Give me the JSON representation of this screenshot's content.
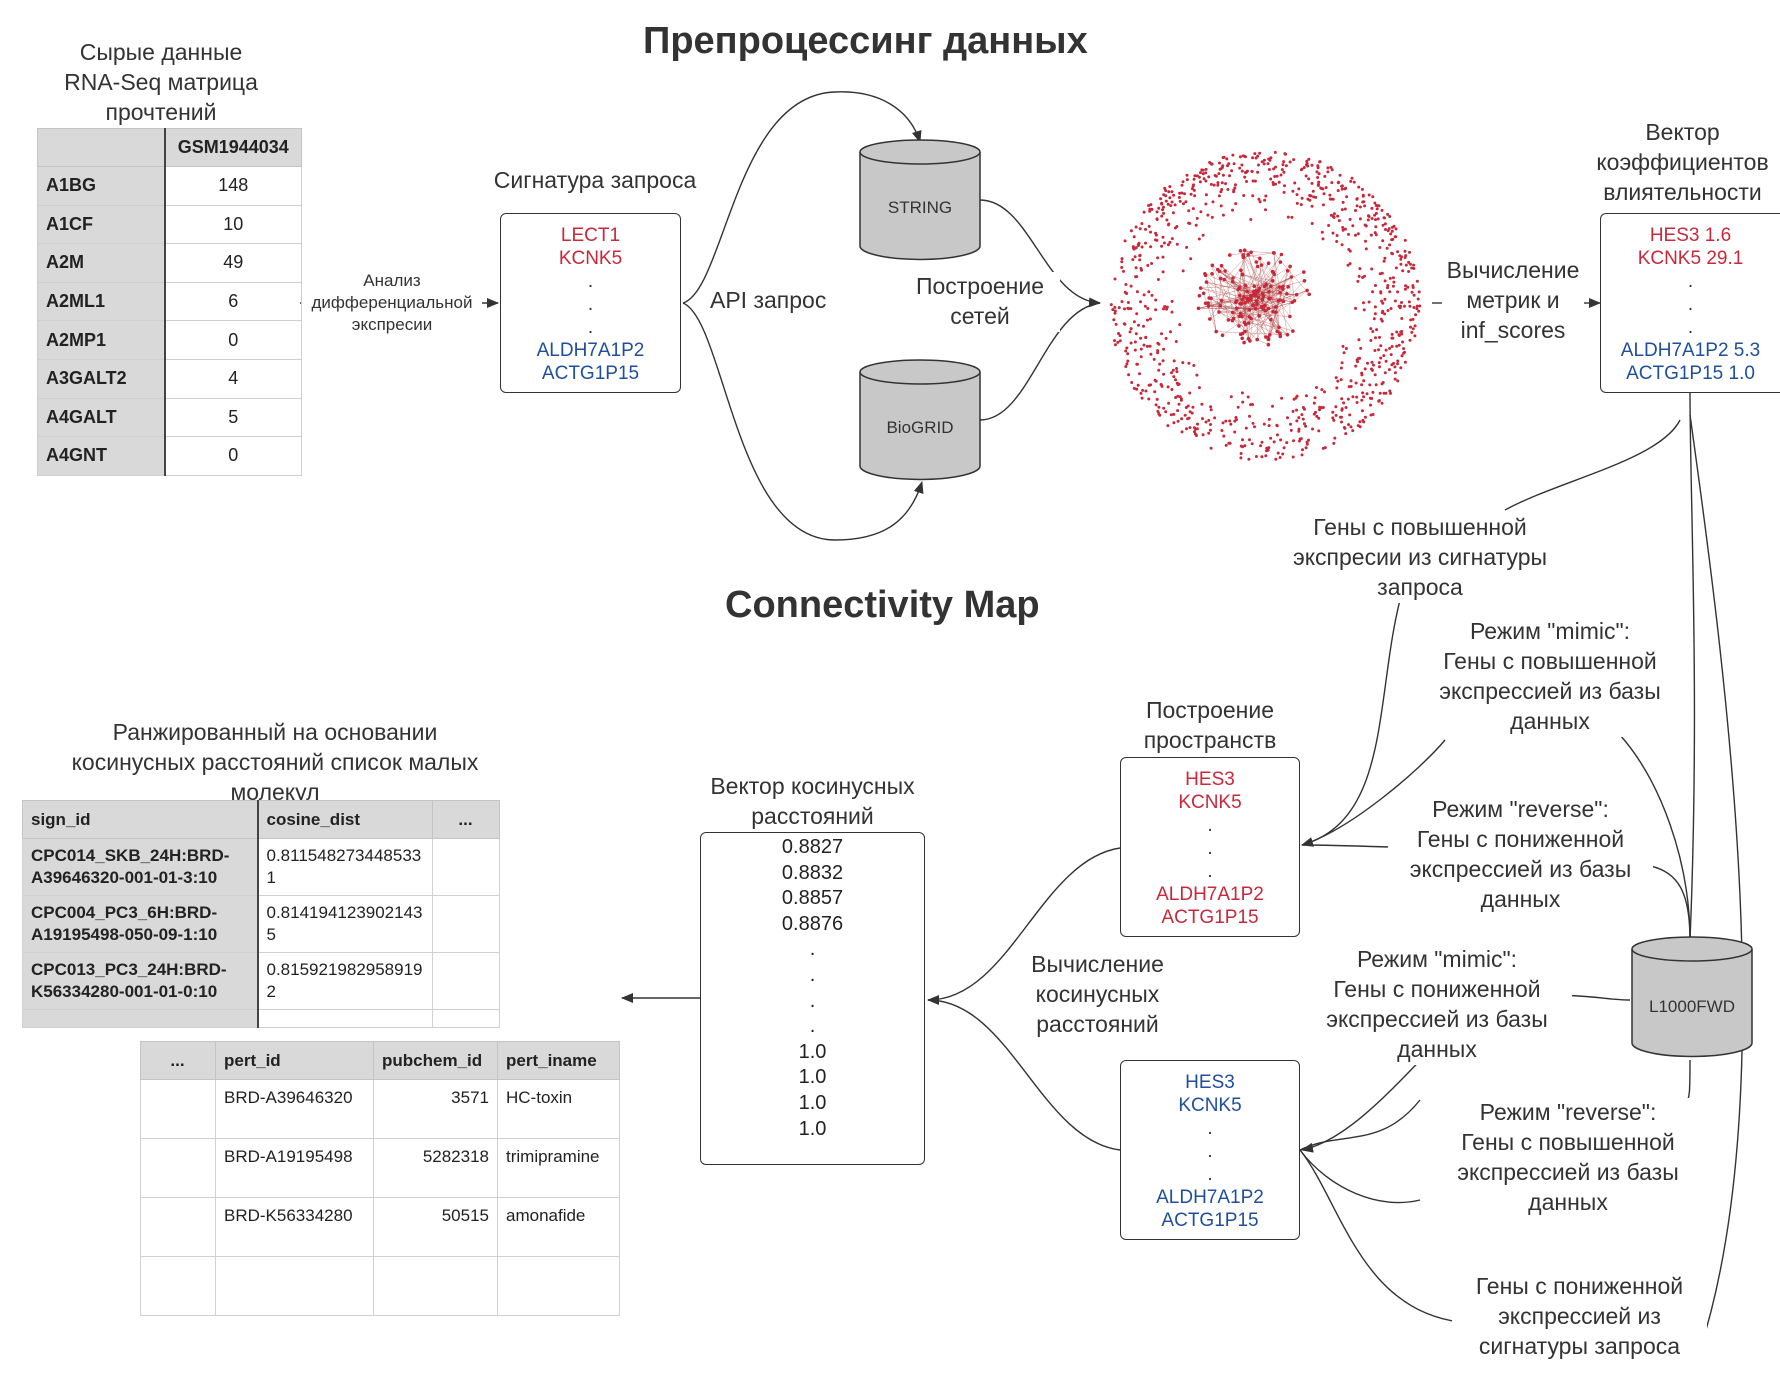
{
  "titles": {
    "preprocessing": "Препроцессинг данных",
    "cmap": "Connectivity Map"
  },
  "raw_data": {
    "caption": [
      "Сырые данные",
      "RNA-Seq матрица",
      "прочтений"
    ],
    "column": "GSM1944034",
    "rows": [
      {
        "gene": "A1BG",
        "value": "148"
      },
      {
        "gene": "A1CF",
        "value": "10"
      },
      {
        "gene": "A2M",
        "value": "49"
      },
      {
        "gene": "A2ML1",
        "value": "6"
      },
      {
        "gene": "A2MP1",
        "value": "0"
      },
      {
        "gene": "A3GALT2",
        "value": "4"
      },
      {
        "gene": "A4GALT",
        "value": "5"
      },
      {
        "gene": "A4GNT",
        "value": "0"
      }
    ]
  },
  "diff_expr_label": [
    "Анализ",
    "дифференциальной",
    "экспресии"
  ],
  "query_signature": {
    "caption": "Сигнатура запроса",
    "top": [
      "LECT1",
      "KCNK5"
    ],
    "dots": [
      ".",
      ".",
      "."
    ],
    "bottom": [
      "ALDH7A1P2",
      "ACTG1P15"
    ]
  },
  "api_label": "API запрос",
  "databases": {
    "string": "STRING",
    "biogrid": "BioGRID",
    "l1000": "L1000FWD"
  },
  "network_label": [
    "Построение",
    "сетей"
  ],
  "metrics_label": [
    "Вычисление",
    "метрик и",
    "inf_scores"
  ],
  "influence_vector": {
    "caption": [
      "Вектор",
      "коэффициентов",
      "влиятельности"
    ],
    "top": [
      "HES3 1.6",
      "KCNK5 29.1"
    ],
    "dots": [
      ".",
      ".",
      "."
    ],
    "bottom": [
      "ALDH7A1P2 5.3",
      "ACTG1P15 1.0"
    ]
  },
  "up_genes_label": [
    "Гены с повышенной",
    "экспресии из сигнатуры",
    "запроса"
  ],
  "down_genes_label": [
    "Гены с пониженной",
    "экспресcией из",
    "сигнатуры запроса"
  ],
  "mode_labels": {
    "mimic_up": [
      "Режим \"mimic\":",
      "Гены с повышенной",
      "экспрессией из базы",
      "данных"
    ],
    "reverse_down": [
      "Режим \"reverse\":",
      "Гены с пониженной",
      "экспрессией из базы",
      "данных"
    ],
    "mimic_down": [
      "Режим \"mimic\":",
      "Гены с пониженной",
      "экспрессией из базы",
      "данных"
    ],
    "reverse_up": [
      "Режим \"reverse\":",
      "Гены с повышенной",
      "экспрессией из базы",
      "данных"
    ]
  },
  "space_label": [
    "Построение",
    "пространств"
  ],
  "space_box_up": {
    "top": [
      "HES3",
      "KCNK5"
    ],
    "dots": [
      ".",
      ".",
      "."
    ],
    "bottom": [
      "ALDH7A1P2",
      "ACTG1P15"
    ]
  },
  "space_box_down": {
    "top": [
      "HES3",
      "KCNK5"
    ],
    "dots": [
      ".",
      ".",
      "."
    ],
    "bottom": [
      "ALDH7A1P2",
      "ACTG1P15"
    ]
  },
  "cosine_calc_label": [
    "Вычисление",
    "косинусных",
    "расстояний"
  ],
  "cosine_vector": {
    "caption": [
      "Вектор косинусных",
      "расстояний"
    ],
    "top": [
      "0.8827",
      "0.8832",
      "0.8857",
      "0.8876"
    ],
    "dots": [
      ".",
      ".",
      ".",
      "."
    ],
    "bottom": [
      "1.0",
      "1.0",
      "1.0",
      "1.0"
    ]
  },
  "ranked": {
    "caption": [
      "Ранжированный на основании",
      "косинусных расстояний список малых",
      "молекул"
    ],
    "headers": [
      "sign_id",
      "cosine_dist",
      "..."
    ],
    "rows": [
      {
        "sign": "CPC014_SKB_24H:BRD-A39646320-001-01-3:10",
        "dist": "0.8115482734485331"
      },
      {
        "sign": "CPC004_PC3_6H:BRD-A19195498-050-09-1:10",
        "dist": "0.8141941239021435"
      },
      {
        "sign": "CPC013_PC3_24H:BRD-K56334280-001-01-0:10",
        "dist": "0.8159219829589192"
      }
    ]
  },
  "perturbations": {
    "headers": [
      "...",
      "pert_id",
      "pubchem_id",
      "pert_iname"
    ],
    "rows": [
      {
        "pert_id": "BRD-A39646320",
        "pubchem": "3571",
        "name": "HC-toxin"
      },
      {
        "pert_id": "BRD-A19195498",
        "pubchem": "5282318",
        "name": "trimipramine"
      },
      {
        "pert_id": "BRD-K56334280",
        "pubchem": "50515",
        "name": "amonafide"
      }
    ]
  },
  "colors": {
    "up": "#c8283a",
    "down": "#1f4f9c",
    "db_fill": "#c8c8c8",
    "network_dot": "#c8283a"
  }
}
